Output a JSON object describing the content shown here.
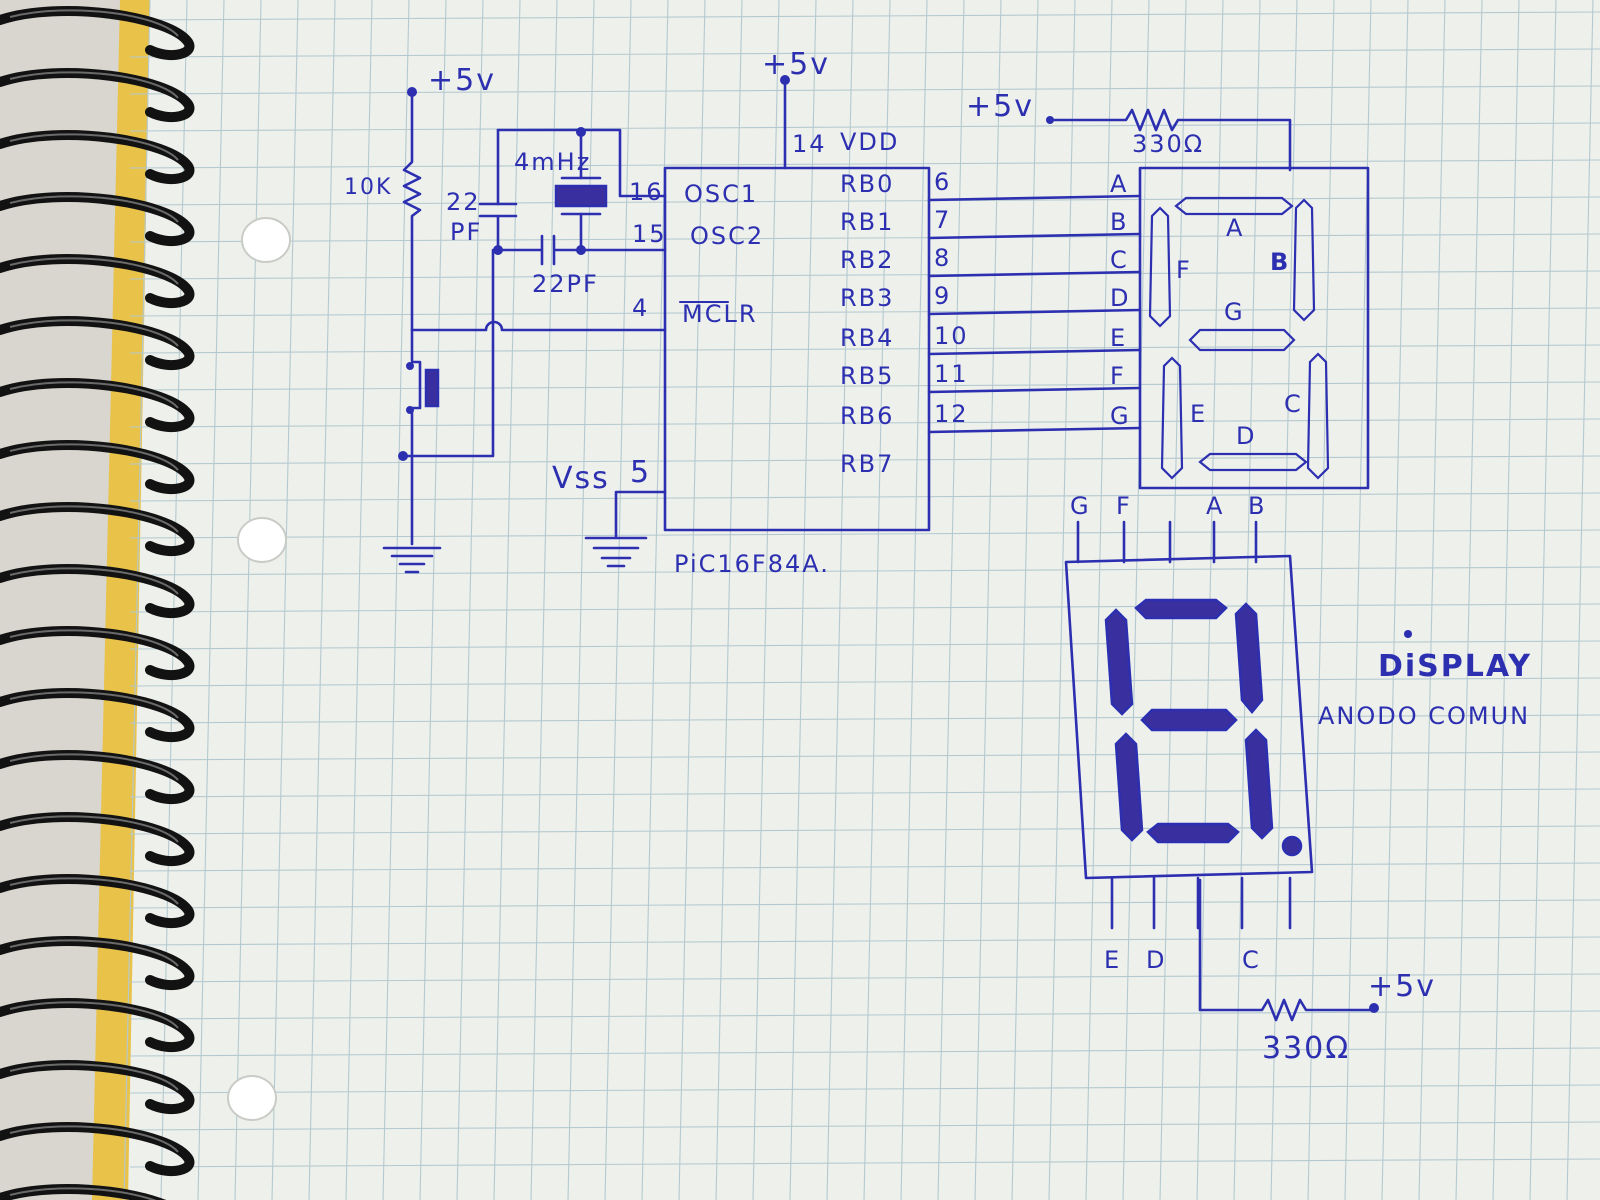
{
  "power": {
    "vcc_mclr": "+5v",
    "vcc_vdd": "+5v",
    "vcc_display_top": "+5v",
    "vcc_display_bottom": "+5v"
  },
  "components": {
    "pull_up_resistor": "10K",
    "cap1": "22 PF",
    "cap1_line1": "22",
    "cap1_line2": "PF",
    "cap2": "22PF",
    "crystal": "4mHz",
    "resistor_top": "330Ω",
    "resistor_bottom": "330Ω"
  },
  "mcu": {
    "name": "PiC16F84A.",
    "vdd_pin": "14",
    "vdd_label": "VDD",
    "vss_label": "Vss",
    "vss_pin": "5",
    "left_pins": [
      {
        "number": "16",
        "name": "OSC1"
      },
      {
        "number": "15",
        "name": "OSC2"
      },
      {
        "number": "4",
        "name": "MCLR"
      }
    ],
    "right_pins": [
      {
        "name": "RB0",
        "number": "6",
        "segment": "A"
      },
      {
        "name": "RB1",
        "number": "7",
        "segment": "B"
      },
      {
        "name": "RB2",
        "number": "8",
        "segment": "C"
      },
      {
        "name": "RB3",
        "number": "9",
        "segment": "D"
      },
      {
        "name": "RB4",
        "number": "10",
        "segment": "E"
      },
      {
        "name": "RB5",
        "number": "11",
        "segment": "F"
      },
      {
        "name": "RB6",
        "number": "12",
        "segment": "G"
      },
      {
        "name": "RB7",
        "number": "",
        "segment": ""
      }
    ]
  },
  "display_schematic": {
    "segments": [
      "A",
      "B",
      "C",
      "D",
      "E",
      "F",
      "G"
    ]
  },
  "display_package": {
    "top_pins": [
      "G",
      "F",
      "",
      "A",
      "B"
    ],
    "bottom_pins": [
      "E",
      "D",
      "",
      "C",
      ""
    ],
    "title": "DiSPLAY",
    "subtitle": "ANODO COMUN"
  },
  "colors": {
    "ink": "#2c2fb0",
    "segment_fill": "#3a2f9e",
    "paper": "#eef0ec",
    "grid": "#b4c9cf"
  }
}
